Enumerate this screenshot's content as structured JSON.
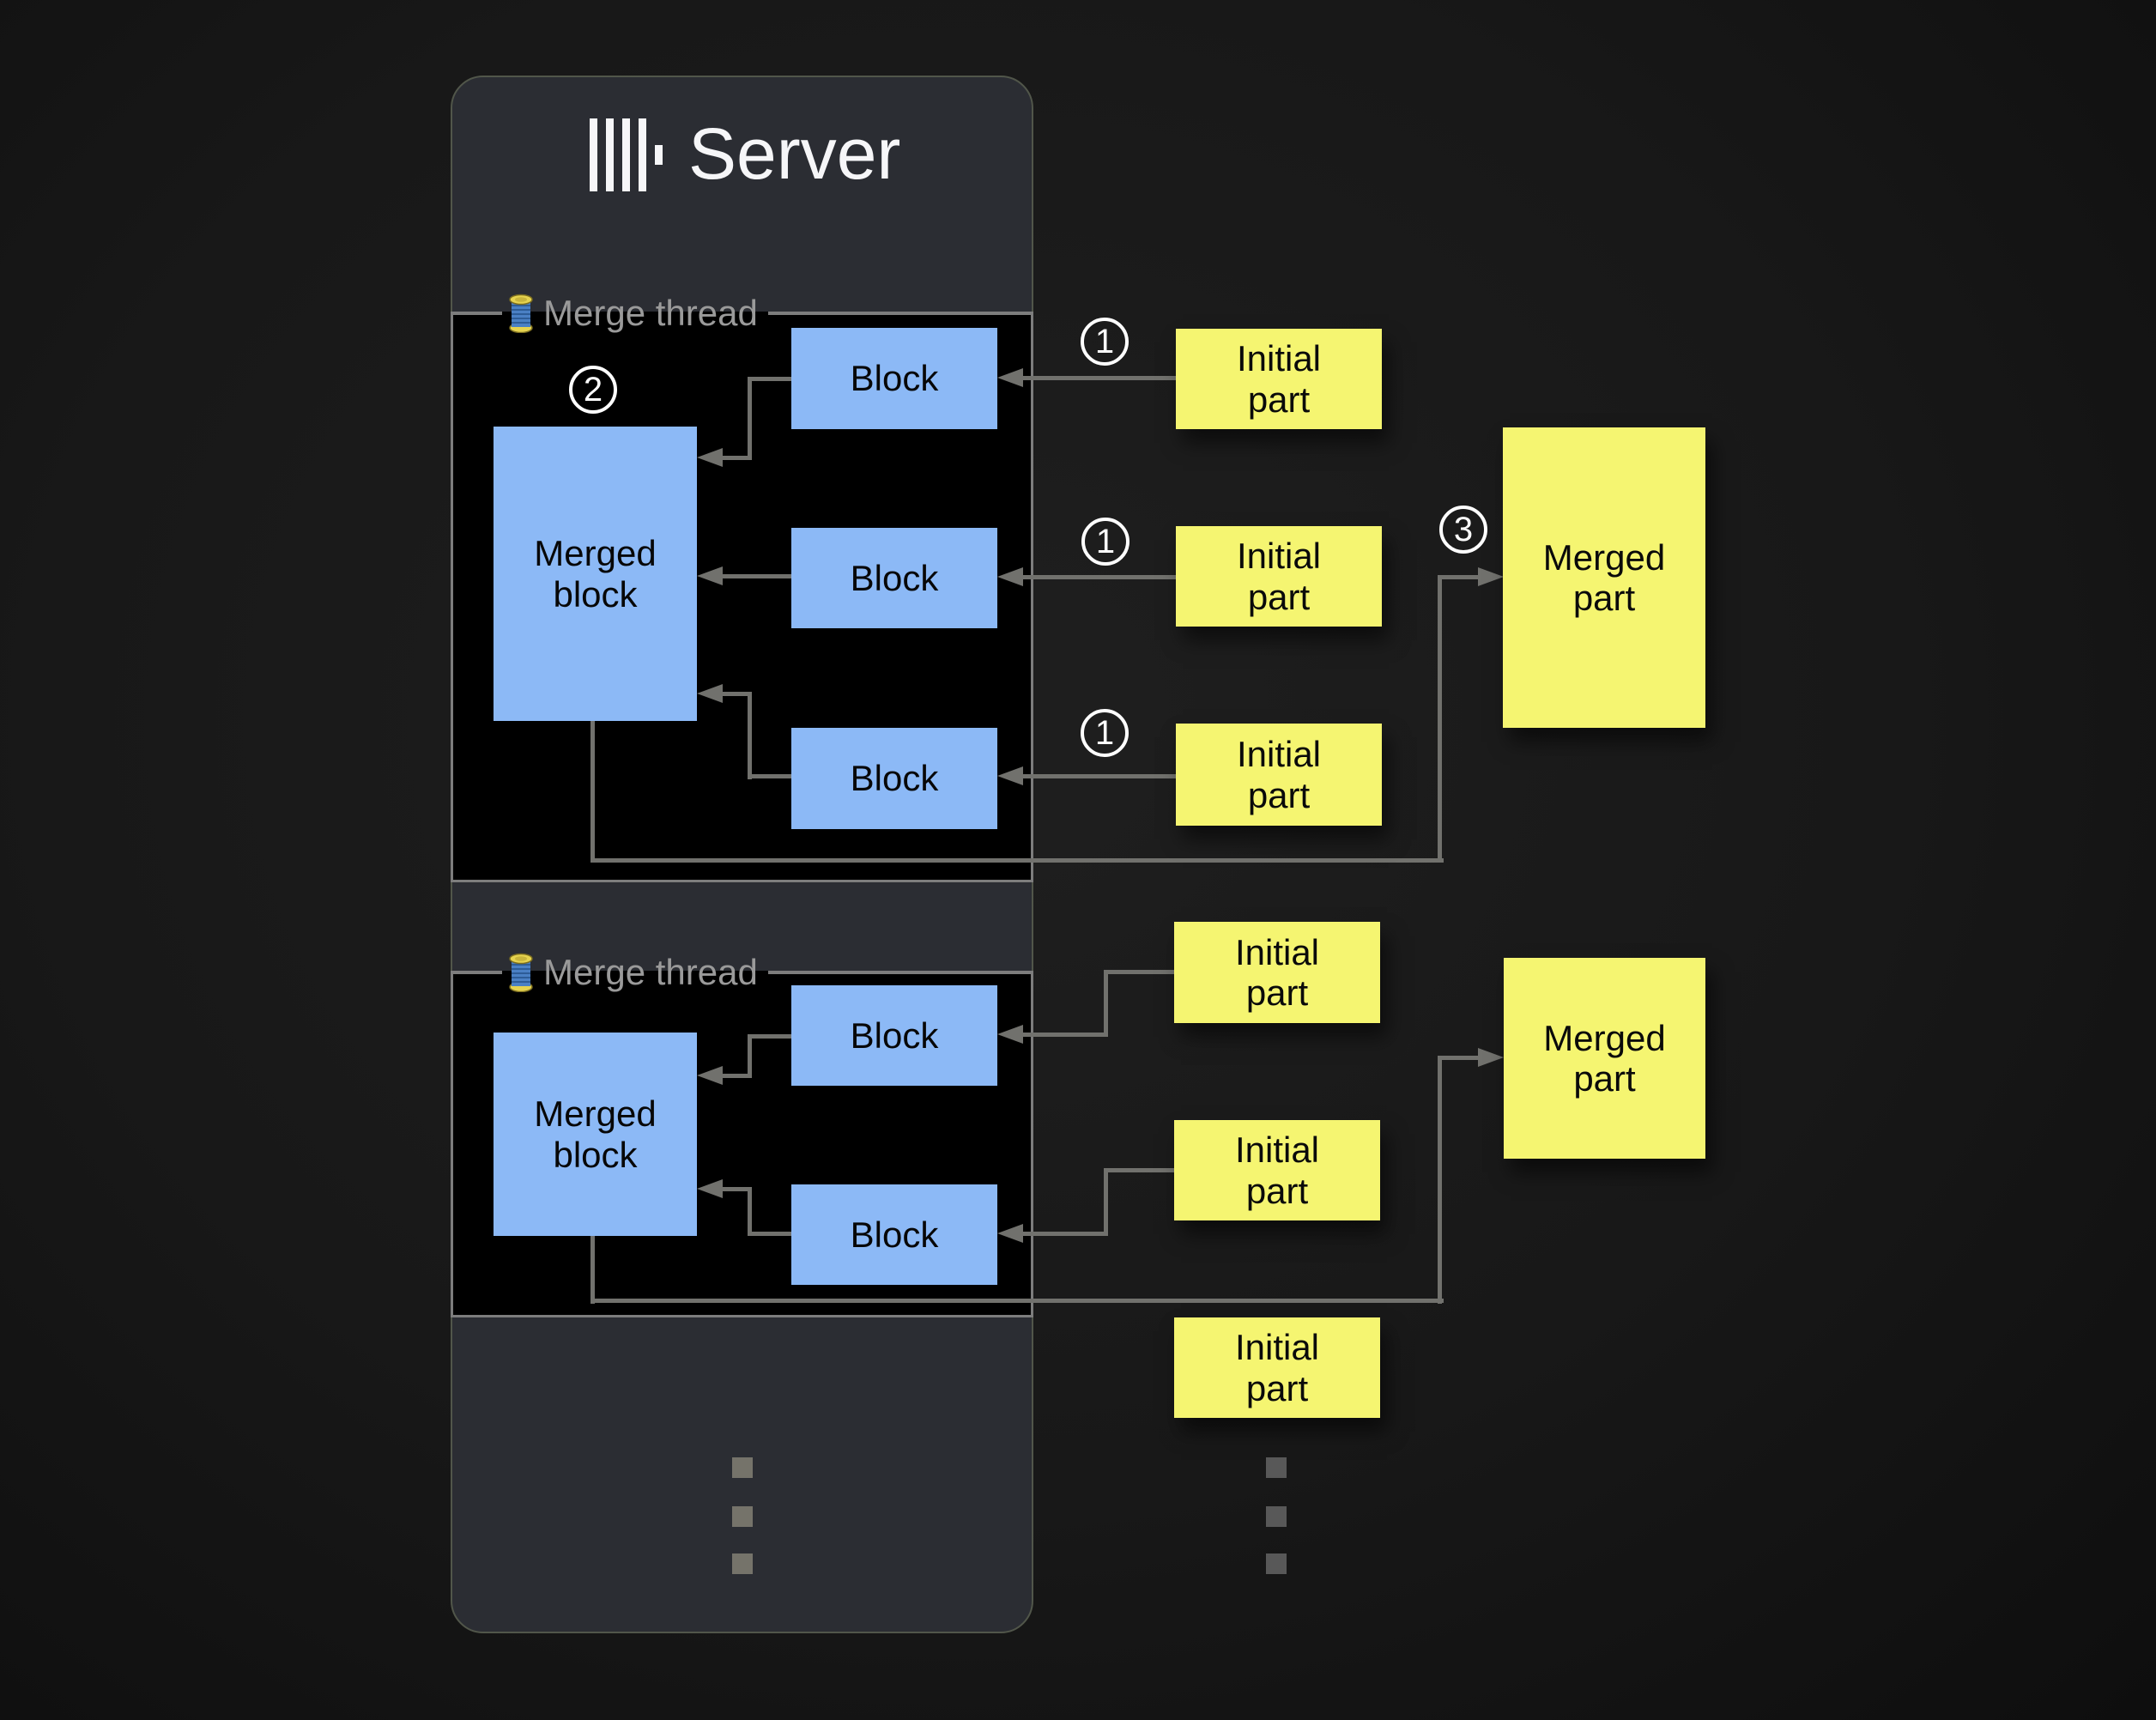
{
  "server": {
    "title": "Server"
  },
  "threads": [
    {
      "label": "Merge thread",
      "merged_block": "Merged\nblock",
      "blocks": [
        "Block",
        "Block",
        "Block"
      ]
    },
    {
      "label": "Merge thread",
      "merged_block": "Merged\nblock",
      "blocks": [
        "Block",
        "Block"
      ]
    }
  ],
  "initial_parts": [
    "Initial\npart",
    "Initial\npart",
    "Initial\npart",
    "Initial\npart",
    "Initial\npart",
    "Initial\npart"
  ],
  "merged_parts": [
    "Merged\npart",
    "Merged\npart"
  ],
  "step_markers": {
    "insert": "1",
    "merge": "2",
    "publish": "3"
  },
  "colors": {
    "panel_bg": "#2b2d33",
    "panel_border": "#51564a",
    "section_bg": "#000000",
    "section_border": "#7d7d7d",
    "block_fill": "#8cb9f6",
    "note_fill": "#f5f571",
    "line_color": "#71716d",
    "thread_text": "#9a9a9a",
    "title_color": "#f6f6f8",
    "marker_color": "#ffffff",
    "dot_panel": "#75736a",
    "dot_outer": "#585858"
  }
}
